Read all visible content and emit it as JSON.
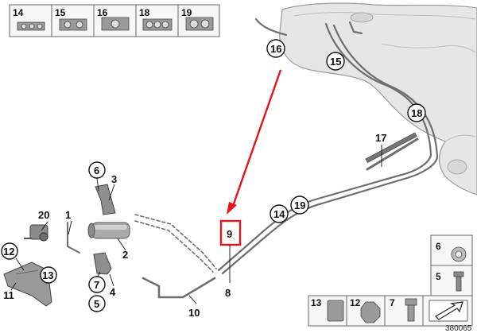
{
  "diagram_id": "380065",
  "accent_color": "#e8141b",
  "top_strip_labels": [
    "14",
    "15",
    "16",
    "18",
    "19"
  ],
  "bottom_strip_labels": [
    "13",
    "12",
    "7"
  ],
  "right_strip_labels": [
    "6",
    "5"
  ],
  "callouts": {
    "c1": "1",
    "c2": "2",
    "c3": "3",
    "c4": "4",
    "c5": "5",
    "c6": "6",
    "c7": "7",
    "c8": "8",
    "c9": "9",
    "c10": "10",
    "c11": "11",
    "c12": "12",
    "c13": "13",
    "c14": "14",
    "c15": "15",
    "c16": "16",
    "c17": "17",
    "c18": "18",
    "c19": "19",
    "c20": "20"
  },
  "icons": [
    "fuel-tank-icon",
    "fuel-filter-icon",
    "pump-icon",
    "bracket-icon",
    "arrow-icon"
  ]
}
